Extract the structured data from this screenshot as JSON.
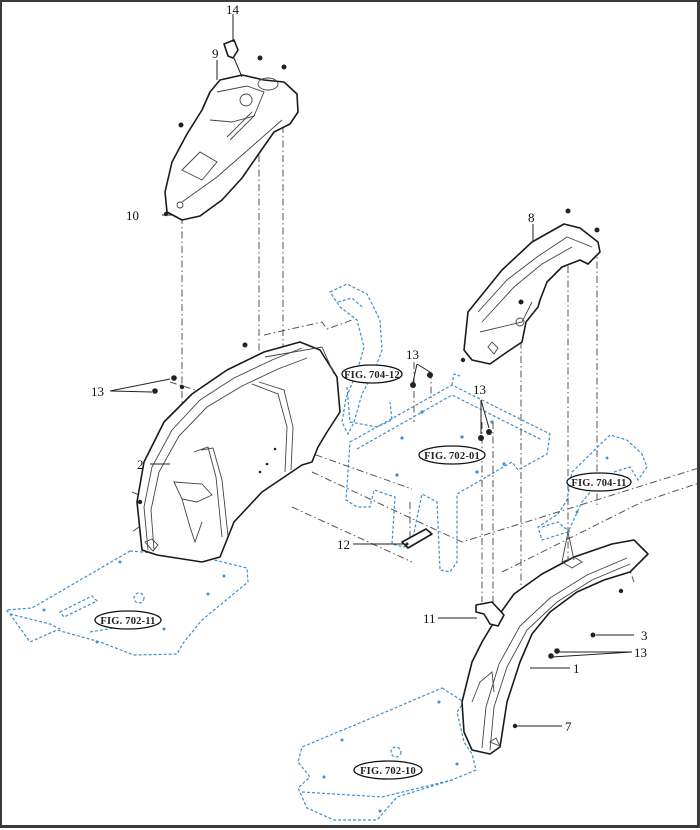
{
  "diagram": {
    "title": "Fender assembly exploded view",
    "colors": {
      "part_line": "#1a1a1a",
      "reference_line": "#3e8fcc",
      "border": "#3a3a3a"
    },
    "callouts": [
      {
        "id": "c14",
        "label": "14"
      },
      {
        "id": "c9",
        "label": "9"
      },
      {
        "id": "c10",
        "label": "10"
      },
      {
        "id": "c8",
        "label": "8"
      },
      {
        "id": "c13a",
        "label": "13"
      },
      {
        "id": "c13b",
        "label": "13"
      },
      {
        "id": "c13c",
        "label": "13"
      },
      {
        "id": "c2",
        "label": "2"
      },
      {
        "id": "c12",
        "label": "12"
      },
      {
        "id": "c11",
        "label": "11"
      },
      {
        "id": "c3",
        "label": "3"
      },
      {
        "id": "c13d",
        "label": "13"
      },
      {
        "id": "c1",
        "label": "1"
      },
      {
        "id": "c7",
        "label": "7"
      }
    ],
    "figure_refs": [
      {
        "id": "f1",
        "label": "FIG. 704-12"
      },
      {
        "id": "f2",
        "label": "FIG. 702-01"
      },
      {
        "id": "f3",
        "label": "FIG. 704-11"
      },
      {
        "id": "f4",
        "label": "FIG. 702-11"
      },
      {
        "id": "f5",
        "label": "FIG. 702-10"
      }
    ]
  }
}
